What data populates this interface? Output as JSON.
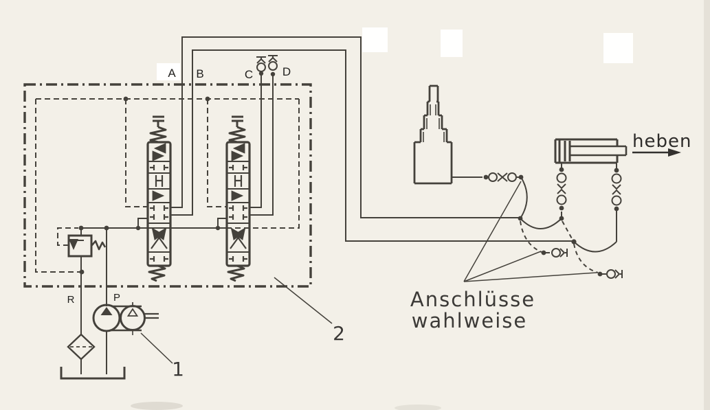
{
  "colors": {
    "paper": "#f3f0e8",
    "ink": "#44413b",
    "text_ink": "#22211f"
  },
  "ports": {
    "a": "A",
    "b": "B",
    "c": "C",
    "d": "D"
  },
  "lines": {
    "return": "R",
    "pressure": "P"
  },
  "callouts": {
    "pump": "1",
    "valve_block": "2"
  },
  "notes": {
    "direction_label": "heben",
    "optional_connections_line1": "Anschlüsse",
    "optional_connections_line2": "wahlweise"
  }
}
